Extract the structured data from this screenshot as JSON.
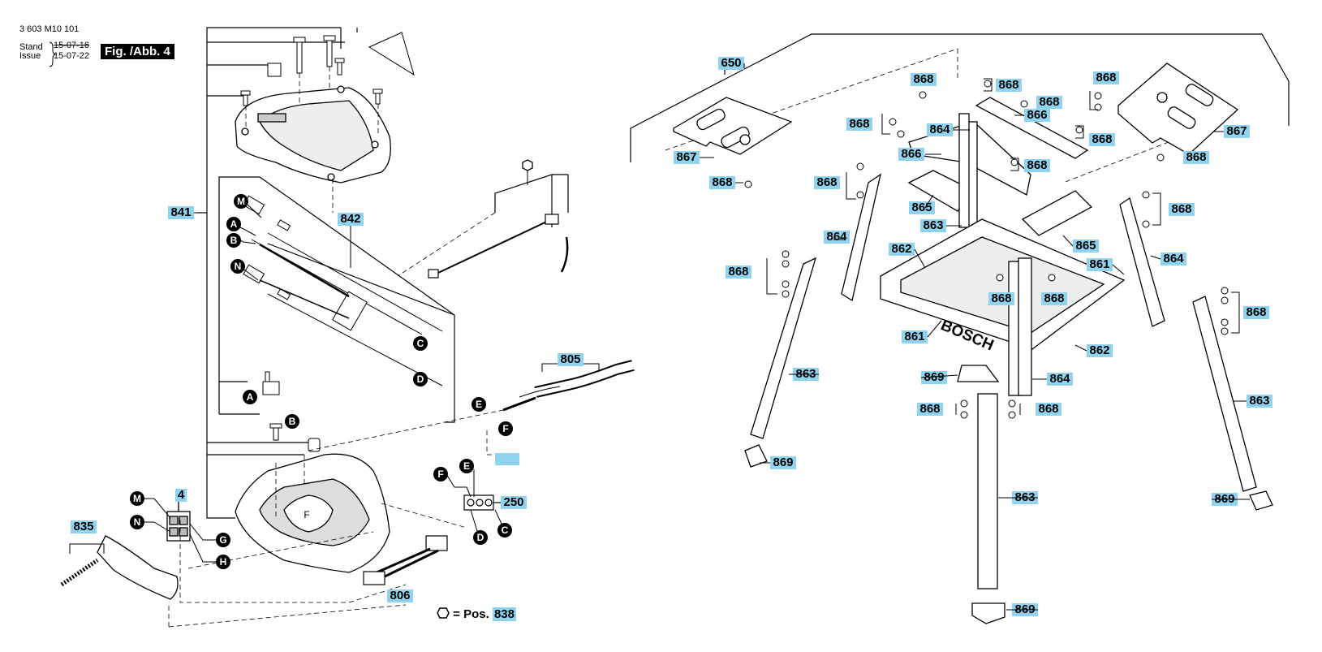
{
  "header": {
    "doc_number": "3 603 M10 101",
    "stand_label": "Stand",
    "issue_label": "Issue",
    "stand_date": "15-07-16",
    "issue_date": "15-07-22",
    "figure_label": "Fig. /Abb. 4"
  },
  "legend": {
    "symbol": "hexagon-icon",
    "text": "= Pos.",
    "number": "838"
  },
  "colors": {
    "label_highlight": "#8fd3ef",
    "line": "#000000",
    "part_fill": "#ffffff"
  },
  "part_labels": [
    "650",
    "841",
    "842",
    "805",
    "4",
    "835",
    "806",
    "250",
    "867",
    "868",
    "868",
    "868",
    "868",
    "868",
    "868",
    "868",
    "866",
    "866",
    "864",
    "865",
    "863",
    "862",
    "861",
    "867",
    "868",
    "868",
    "868",
    "868",
    "868",
    "864",
    "865",
    "864",
    "868",
    "868",
    "868",
    "861",
    "862",
    "869",
    "864",
    "863",
    "868",
    "868",
    "868",
    "869",
    "868",
    "863",
    "863",
    "869",
    "869",
    "868"
  ],
  "callouts": [
    "M",
    "A",
    "B",
    "N",
    "C",
    "D",
    "A",
    "B",
    "E",
    "F",
    "F",
    "E",
    "C",
    "D",
    "M",
    "N",
    "G",
    "H"
  ],
  "brand_text": "BOSCH",
  "empty_highlight": ""
}
